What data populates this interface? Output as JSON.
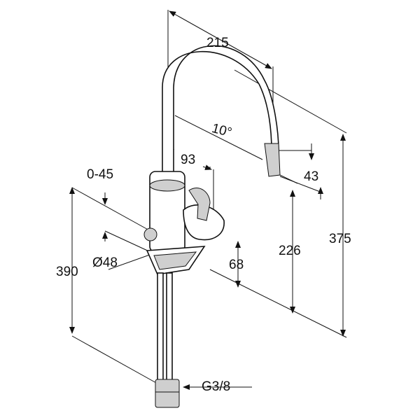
{
  "drawing": {
    "dimensions": {
      "spout_reach": "215",
      "spout_angle": "10°",
      "lever_offset": "93",
      "outlet_offset": "43",
      "swivel_range": "0-45",
      "outlet_height": "226",
      "total_height": "375",
      "shank_length": "390",
      "base_diameter": "Ø48",
      "base_height": "68",
      "connection_thread": "G3/8"
    }
  }
}
